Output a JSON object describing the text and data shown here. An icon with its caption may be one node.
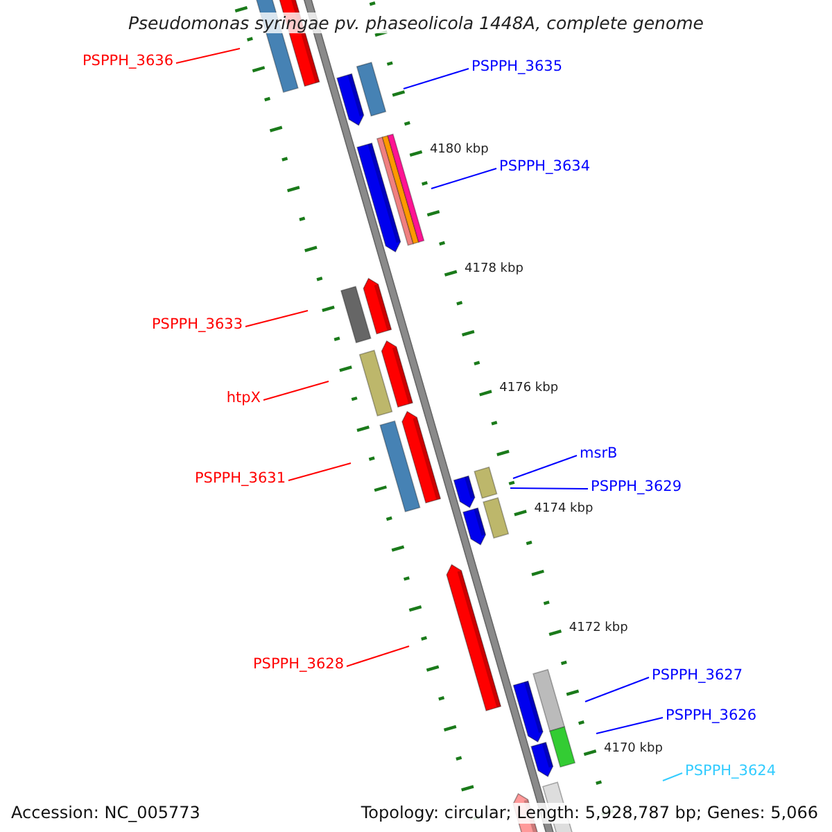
{
  "diagram": {
    "title": "Pseudomonas syringae pv. phaseolicola 1448A, complete genome",
    "nodes": [
      {
        "text": [
          "PSPPH_3636"
        ]
      },
      {
        "text": [
          "PSPPH_3635"
        ]
      },
      {
        "text": [
          "PSPPH_3634"
        ]
      },
      {
        "text": [
          "PSPPH_3633"
        ]
      },
      {
        "text": [
          "htpX"
        ]
      },
      {
        "text": [
          "PSPPH_3631"
        ]
      },
      {
        "text": [
          "msrB"
        ]
      },
      {
        "text": [
          "PSPPH_3629"
        ]
      },
      {
        "text": [
          "PSPPH_3628"
        ]
      },
      {
        "text": [
          "PSPPH_3627"
        ]
      },
      {
        "text": [
          "PSPPH_3626"
        ]
      },
      {
        "text": [
          "PSPPH_3624"
        ]
      }
    ],
    "edges": [
      {
        "from": 0,
        "to": null,
        "arrow": "none",
        "color": "#ff0000"
      },
      {
        "from": 1,
        "to": null,
        "arrow": "none"
      },
      {
        "from": 2,
        "to": null,
        "arrow": "none"
      },
      {
        "from": 3,
        "to": null,
        "arrow": "none",
        "color": "#ff0000"
      },
      {
        "from": 4,
        "to": null,
        "arrow": "none",
        "color": "#ff0000"
      },
      {
        "from": 5,
        "to": null,
        "arrow": "none",
        "color": "#ff0000"
      },
      {
        "from": 6,
        "to": null,
        "arrow": "none"
      },
      {
        "from": 7,
        "to": null,
        "arrow": "none"
      },
      {
        "from": 8,
        "to": null,
        "arrow": "none",
        "color": "#ff0000"
      },
      {
        "from": 9,
        "to": null,
        "arrow": "none"
      },
      {
        "from": 10,
        "to": null,
        "arrow": "none"
      },
      {
        "from": 11,
        "to": null,
        "arrow": "none",
        "color": "#33ccff"
      }
    ],
    "labels": [
      "4180 kbp",
      "4178 kbp",
      "4176 kbp",
      "4174 kbp",
      "4172 kbp",
      "4170 kbp",
      "Accession: NC_005773",
      "Topology: circular; Length: 5,928,787 bp; Genes: 5,066"
    ]
  }
}
